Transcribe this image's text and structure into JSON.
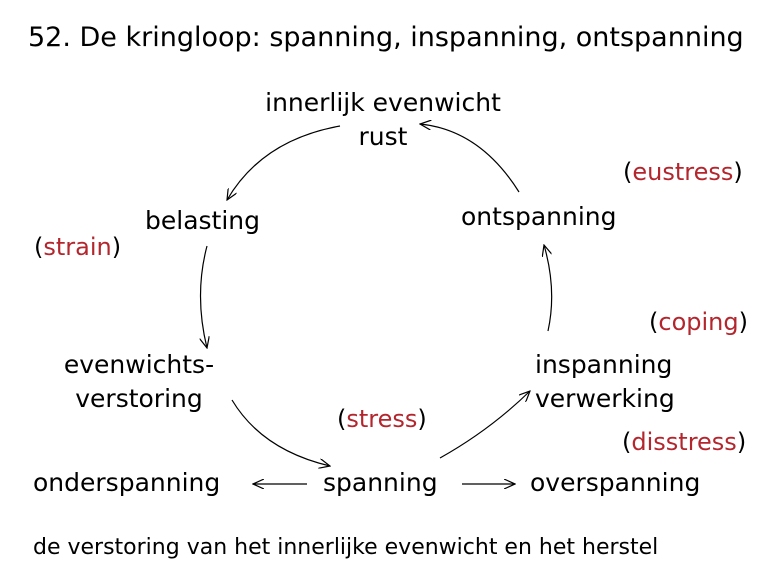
{
  "title": "52. De kringloop: spanning, inspanning, ontspanning",
  "nodes": {
    "evenwicht_line1": "innerlijk evenwicht",
    "evenwicht_line2": "rust",
    "belasting": "belasting",
    "verstoring_line1": "evenwichts-",
    "verstoring_line2": "verstoring",
    "spanning": "spanning",
    "onderspanning": "onderspanning",
    "overspanning": "overspanning",
    "inspanning_line1": "inspanning",
    "inspanning_line2": "verwerking",
    "ontspanning": "ontspanning"
  },
  "tags": {
    "strain": "strain",
    "stress": "stress",
    "eustress": "eustress",
    "coping": "coping",
    "disstress": "disstress"
  },
  "caption": "de verstoring van het innerlijke evenwicht en het herstel",
  "colors": {
    "tag_text": "#b3262d",
    "text": "#000000"
  }
}
